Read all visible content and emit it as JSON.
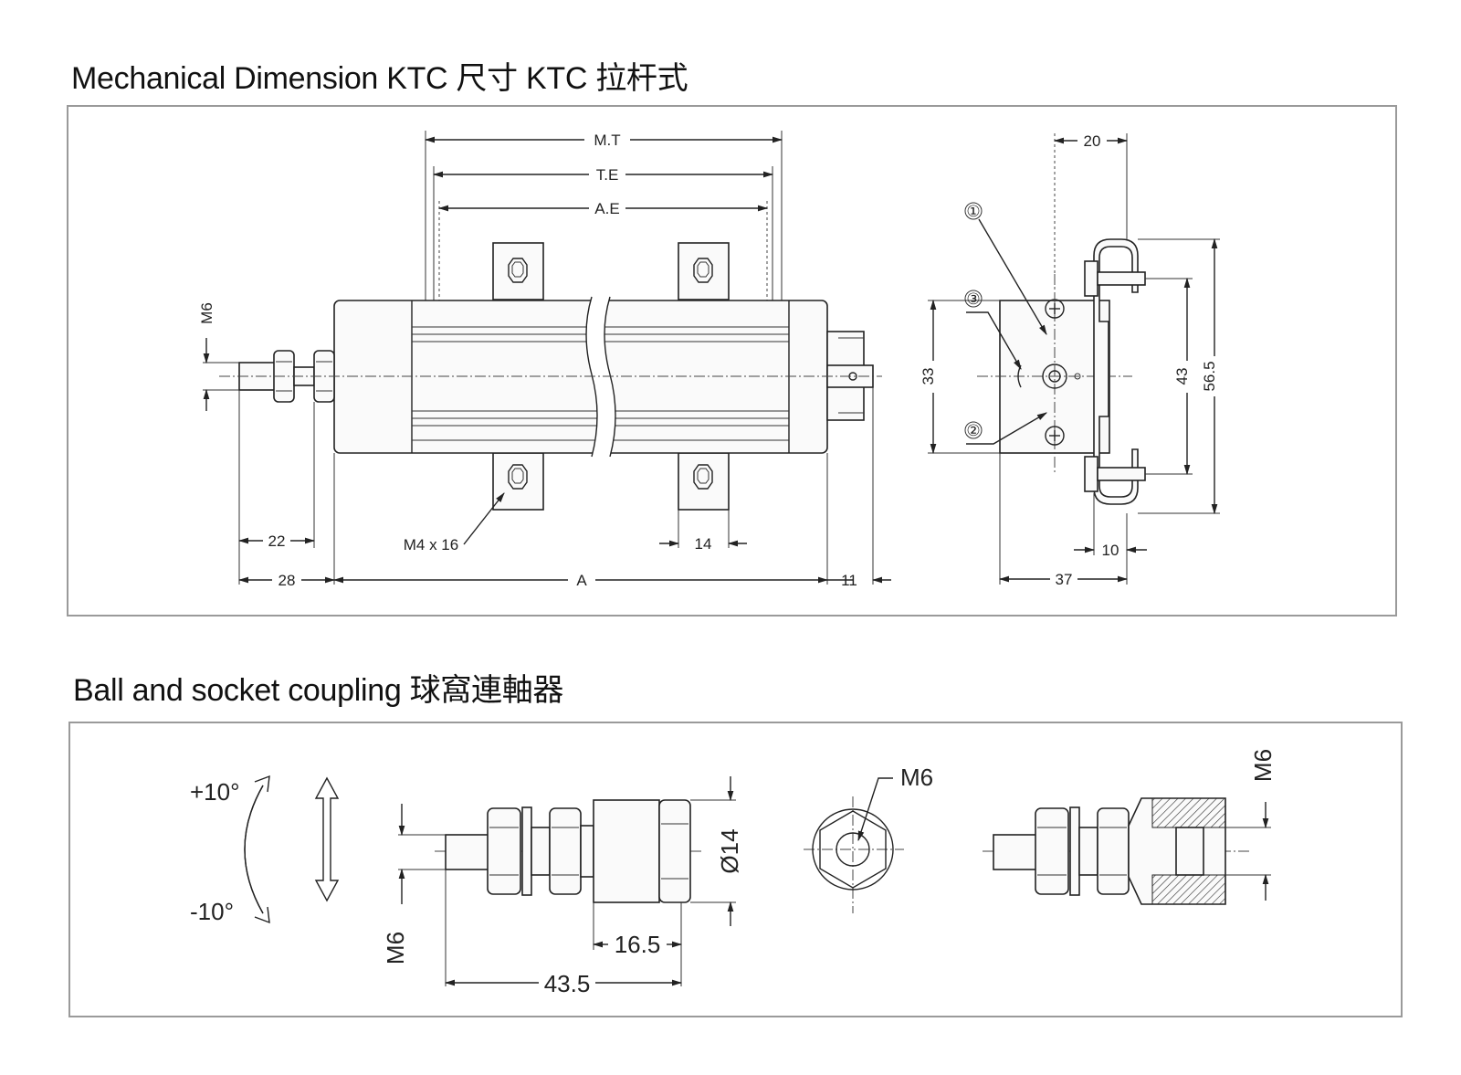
{
  "titles": {
    "mechanical": "Mechanical Dimension KTC   尺寸 KTC   拉杆式",
    "coupling": "Ball and socket coupling 球窩連軸器"
  },
  "dimensions": {
    "mt": "M.T",
    "te": "T.E",
    "ae": "A.E",
    "m6_left": "M6",
    "d22": "22",
    "d28": "28",
    "a": "A",
    "d11": "11",
    "m4x16": "M4 x 16",
    "d14": "14",
    "d20": "20",
    "d33": "33",
    "d43": "43",
    "d56_5": "56.5",
    "d10": "10",
    "d37": "37",
    "c1": "①",
    "c2": "②",
    "c3": "③"
  },
  "coupling": {
    "plus10": "+10°",
    "minus10": "-10°",
    "m6_a": "M6",
    "dia14": "Ø14",
    "d16_5": "16.5",
    "d43_5": "43.5",
    "m6_b": "M6",
    "m6_c": "M6"
  }
}
